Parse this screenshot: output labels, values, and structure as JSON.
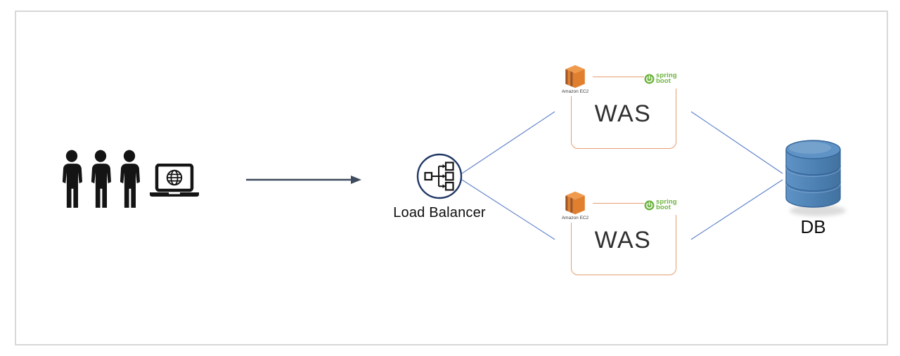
{
  "diagram": {
    "users": {
      "people_icon": "three user silhouettes",
      "device_icon": "laptop with globe on screen"
    },
    "flow_arrow": "users to load balancer",
    "load_balancer": {
      "label": "Load Balancer",
      "icon": "circle with one node fanning out to three nodes"
    },
    "was_nodes": [
      {
        "label": "WAS",
        "ec2_caption": "Amazon EC2",
        "spring_line1": "spring",
        "spring_line2": "boot"
      },
      {
        "label": "WAS",
        "ec2_caption": "Amazon EC2",
        "spring_line1": "spring",
        "spring_line2": "boot"
      }
    ],
    "database": {
      "label": "DB",
      "icon": "blue three-tier database cylinder"
    },
    "colors": {
      "frame_border": "#d8d8d8",
      "arrow": "#3e4c5e",
      "connector": "#5b7fc9",
      "lb_circle": "#1f3864",
      "icon_black": "#141414",
      "was_border": "#e59d72",
      "was_text": "#303030",
      "ec2_orange": "#e0802f",
      "ec2_orange_light": "#ef9a4d",
      "ec2_orange_dark": "#9e5423",
      "spring_green": "#6db33f",
      "db_body": "#4d80b3",
      "db_top": "#5f93c5",
      "db_outline": "#38679b"
    }
  }
}
